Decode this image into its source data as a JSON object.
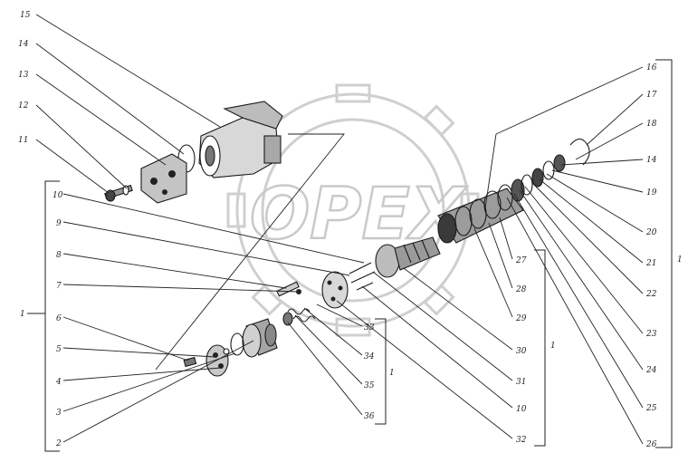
{
  "watermark": {
    "text": "OPEX",
    "color": "#c9c9c9"
  },
  "callouts": [
    {
      "id": "l15",
      "text": "15"
    },
    {
      "id": "l14a",
      "text": "14"
    },
    {
      "id": "l13",
      "text": "13"
    },
    {
      "id": "l12",
      "text": "12"
    },
    {
      "id": "l11",
      "text": "11"
    },
    {
      "id": "l10a",
      "text": "10"
    },
    {
      "id": "l9",
      "text": "9"
    },
    {
      "id": "l8",
      "text": "8"
    },
    {
      "id": "l7",
      "text": "7"
    },
    {
      "id": "l6",
      "text": "6"
    },
    {
      "id": "l5",
      "text": "5"
    },
    {
      "id": "l4",
      "text": "4"
    },
    {
      "id": "l3",
      "text": "3"
    },
    {
      "id": "l2",
      "text": "2"
    },
    {
      "id": "l1a",
      "text": "1"
    },
    {
      "id": "l16",
      "text": "16"
    },
    {
      "id": "l17",
      "text": "17"
    },
    {
      "id": "l18",
      "text": "18"
    },
    {
      "id": "l14b",
      "text": "14"
    },
    {
      "id": "l19",
      "text": "19"
    },
    {
      "id": "l20",
      "text": "20"
    },
    {
      "id": "l21",
      "text": "21"
    },
    {
      "id": "l22",
      "text": "22"
    },
    {
      "id": "l23",
      "text": "23"
    },
    {
      "id": "l24",
      "text": "24"
    },
    {
      "id": "l25",
      "text": "25"
    },
    {
      "id": "l26",
      "text": "26"
    },
    {
      "id": "l1b",
      "text": "1"
    },
    {
      "id": "l27",
      "text": "27"
    },
    {
      "id": "l28",
      "text": "28"
    },
    {
      "id": "l29",
      "text": "29"
    },
    {
      "id": "l30",
      "text": "30"
    },
    {
      "id": "l31",
      "text": "31"
    },
    {
      "id": "l10b",
      "text": "10"
    },
    {
      "id": "l32",
      "text": "32"
    },
    {
      "id": "l1c",
      "text": "1"
    },
    {
      "id": "l33",
      "text": "33"
    },
    {
      "id": "l34",
      "text": "34"
    },
    {
      "id": "l35",
      "text": "35"
    },
    {
      "id": "l36",
      "text": "36"
    },
    {
      "id": "l1d",
      "text": "1"
    }
  ]
}
